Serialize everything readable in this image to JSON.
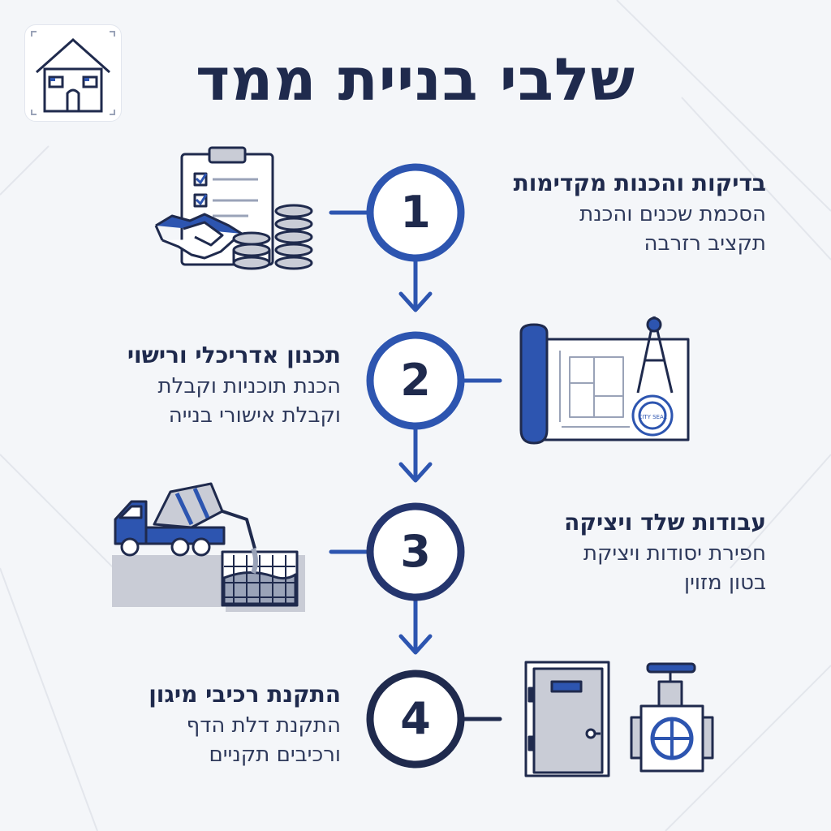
{
  "title": "שלבי בניית ממד",
  "steps": [
    {
      "number": "1",
      "title": "בדיקות והכנות מקדימות",
      "desc_line1": "הסכמת שכנים והכנת",
      "desc_line2": "תקציב רזרבה"
    },
    {
      "number": "2",
      "title": "תכנון אדריכלי ורישוי",
      "desc_line1": "הכנת תוכניות וקבלת",
      "desc_line2": "וקבלת אישורי בנייה"
    },
    {
      "number": "3",
      "title": "עבודות שלד ויציקה",
      "desc_line1": "חפירת יסודות ויציקת",
      "desc_line2": "בטון מזוין"
    },
    {
      "number": "4",
      "title": "התקנת רכיבי מיגון",
      "desc_line1": "התקנת דלת הדף",
      "desc_line2": "ורכיבים תקניים"
    }
  ],
  "seal_text": "CITY SEAL",
  "colors": {
    "accent": "#2d55b0",
    "navy": "#1f2a4d",
    "background": "#f4f6f9",
    "gray": "#c9ccd6"
  }
}
